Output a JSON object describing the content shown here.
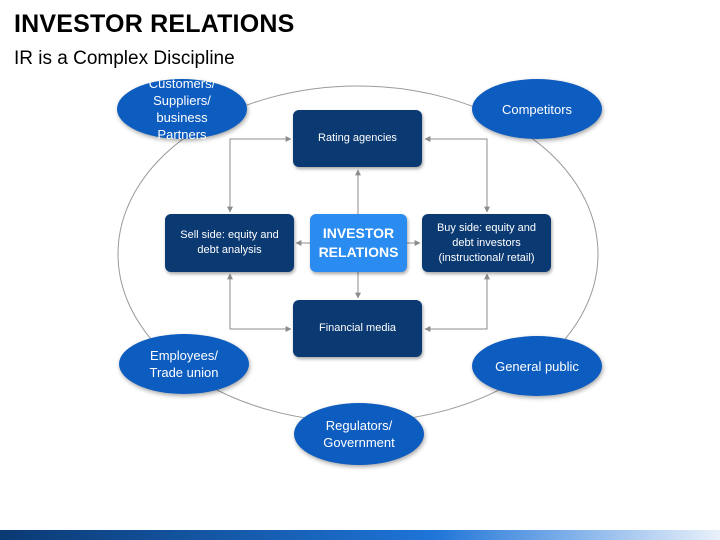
{
  "header": {
    "title": "INVESTOR RELATIONS",
    "subtitle": "IR is a Complex Discipline"
  },
  "center": {
    "label": "INVESTOR\nRELATIONS"
  },
  "inner_boxes": {
    "rating_agencies": "Rating agencies",
    "sell_side": "Sell side: equity and debt analysis",
    "buy_side": "Buy side: equity and debt investors (instructional/ retail)",
    "financial_media": "Financial media"
  },
  "outer_nodes": {
    "customers": "Customers/\nSuppliers/ business\nPartners",
    "competitors": "Competitors",
    "employees": "Employees/\nTrade union",
    "general_public": "General public",
    "regulators": "Regulators/\nGovernment"
  },
  "colors": {
    "dark_box": "#0b3a73",
    "center_box": "#2a8cf0",
    "ellipse": "#0d5cbf",
    "connector": "#8c8c8c"
  }
}
